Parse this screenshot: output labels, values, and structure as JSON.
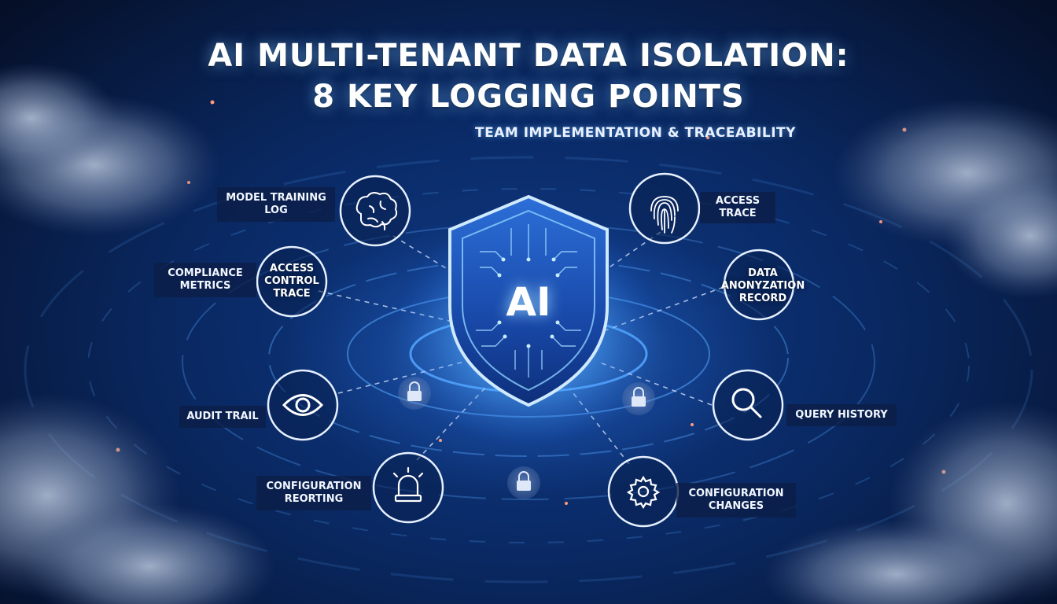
{
  "header": {
    "title_line1": "AI MULTI-TENANT DATA ISOLATION:",
    "title_line2": "8 KEY LOGGING POINTS",
    "subtitle": "TEAM IMPLEMENTATION & TRACEABILITY"
  },
  "center": {
    "shield_text": "AI"
  },
  "nodes": {
    "model_training_log": {
      "line1": "MODEL TRAINING",
      "line2": "LOG",
      "icon": "brain-icon"
    },
    "compliance_metrics": {
      "line1": "COMPLIANCE",
      "line2": "METRICS"
    },
    "access_control_trace": {
      "line1": "ACCESS",
      "line2": "CONTROL",
      "line3": "TRACE"
    },
    "audit_trail": {
      "line1": "AUDIT TRAIL",
      "icon": "eye-icon"
    },
    "configuration_reorting": {
      "line1": "CONFIGURATION",
      "line2": "REORTING",
      "icon": "alarm-light-icon"
    },
    "access_trace": {
      "line1": "ACCESS",
      "line2": "TRACE",
      "icon": "fingerprint-icon"
    },
    "data_anonyzation_record": {
      "line1": "DATA",
      "line2": "ANONYZATION",
      "line3": "RECORD"
    },
    "query_history": {
      "line1": "QUERY HISTORY",
      "icon": "magnifier-icon"
    },
    "configuration_changes": {
      "line1": "CONFIGURATION",
      "line2": "CHANGES",
      "icon": "gear-icon"
    }
  },
  "colors": {
    "background": "#0a2a66",
    "glow": "#5aaaff",
    "circle_stroke": "#e6f0ff",
    "label_bg": "#0c1e46"
  }
}
